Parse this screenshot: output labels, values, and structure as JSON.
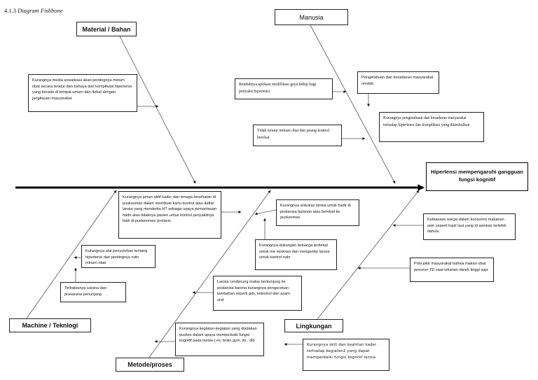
{
  "heading": {
    "number": "4.1.3",
    "title": "Diagram Fishbone"
  },
  "effect": "Hipertensi mempengaruhi gangguan fungsi kognitif",
  "categories": {
    "material": "Material / Bahan",
    "manusia": "Manusia",
    "machine": "Machine / Teknlogi",
    "lingkungan": "Lingkungan",
    "metode": "Metode/proses"
  },
  "causes": {
    "material_media": "Kurangnya media sosialisasi akan pentingnya minum obat secara teratur dan bahaya dari komplikasi hipertensi yang berada di tempat umum dan dekat dengan jangkauan masyarakat",
    "manusia_rendahnya": "Rendahnya aplikasi modifikasi gaya hidup bagi penyakit hipertensi",
    "manusia_pengetahuan": "Pengetahuan dan kesadaran masyarakat rendah",
    "manusia_kurang_pengetahuan": "Kurangnya pengetahuan dan kesadaran masyarakat terhadap hipertensi dan komplikasi yang ditimbulkan",
    "manusia_tidak_teratur": "Tidak teratur minum obat dan jarang kontrol berobat",
    "metode_peran_kader": "Kurangnya peran aktif kader dan tenaga kesehatan di puskesmas dalam membuat kartu kontrol atau daftar lansia yang menderita HT sebagai upaya pemantauan hadir atau tidaknya pasien untuk kontrol penyakitnya baik di puskesmas/ prolanis",
    "metode_antusias": "Kurangnya antusias lansia untuk hadir di poslansia bulanan atau berobat ke puskesmas",
    "metode_dukungan": "Kurangnya dukungan keluarga terdekat untuk me motivasi dan mengantar lansia untuk kontrol rutin",
    "metode_malas": "Lansia cenderung malas berkunjung ke poslansia karena kurangnya pengecekan tambahan seperti gds, kolestrol dan asam urat",
    "metode_kegiatan": "Kurangnya kegiatan-kegiatan yang diadakan puskes dalam upaya memperbaki fungsi kognitif pada lansia ( ex, brain gym, tts , dll)",
    "machine_alat": "Kurangnya alat penyuluhan tentang hipertensi dan pentingnya rutin minum obat",
    "machine_sarana": "Terbatasnya sarana dan prasarana penunjang",
    "lingkungan_asin": "Kebiasaan warga dalam konsumsi makanan asin seperti hasil laut yang di asinkan terlebih dahulu",
    "lingkungan_pola_pikir": "Pola pikir masyarakat bahwa makan obat penurun TD saat tekanan darah tinggi saja",
    "lingkungan_skill": "Kurangnya skill dan keahlian kader terhadap kegiatan2 yang dapat memperbaiki fungsi kognitif lansia"
  }
}
